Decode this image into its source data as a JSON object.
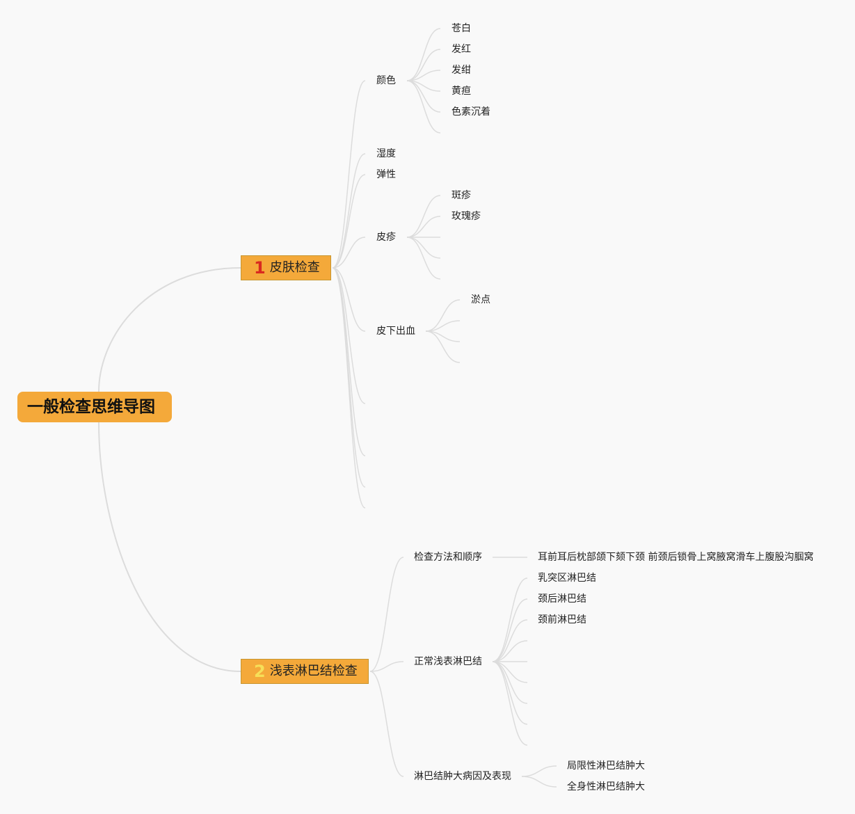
{
  "root": {
    "title": "一般检查思维导图"
  },
  "branches": [
    {
      "number": "1",
      "label": "皮肤检查",
      "children": [
        {
          "label": "颜色",
          "children": [
            "苍白",
            "发红",
            "发绀",
            "黄疸",
            "色素沉着"
          ]
        },
        {
          "label": "湿度"
        },
        {
          "label": "弹性"
        },
        {
          "label": "皮疹",
          "children": [
            "斑疹",
            "玫瑰疹"
          ]
        },
        {
          "label": "皮下出血",
          "children": [
            "淤点"
          ]
        }
      ]
    },
    {
      "number": "2",
      "label": "浅表淋巴结检查",
      "children": [
        {
          "label": "检查方法和顺序",
          "children": [
            "耳前耳后枕部颌下颏下颈 前颈后锁骨上窝腋窝滑车上腹股沟腘窝"
          ]
        },
        {
          "label": "正常浅表淋巴结",
          "children": [
            "乳突区淋巴结",
            "颈后淋巴结",
            "颈前淋巴结"
          ]
        },
        {
          "label": "淋巴结肿大病因及表现",
          "children": [
            "局限性淋巴结肿大",
            "全身性淋巴结肿大"
          ]
        }
      ]
    }
  ],
  "colors": {
    "node_fill": "#f4a93a",
    "node_border": "#c7952f",
    "connector": "#dcdcdc",
    "num1": "#d9291f",
    "num2": "#f6df58"
  }
}
